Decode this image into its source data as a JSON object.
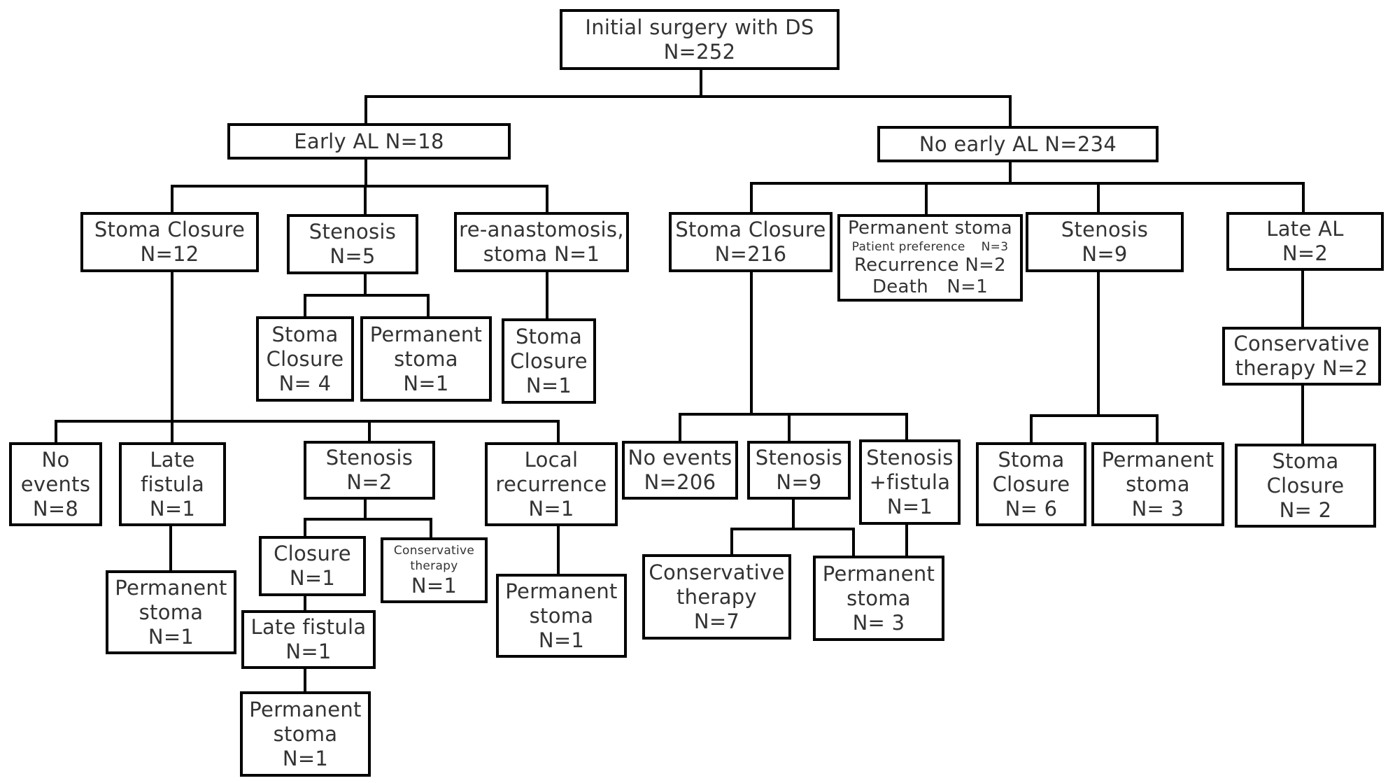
{
  "diagram": {
    "nodes": {
      "root": {
        "lines": [
          "Initial surgery with DS",
          "N=252"
        ]
      },
      "early_al": {
        "lines": [
          "Early AL N=18"
        ]
      },
      "no_early_al": {
        "lines": [
          "No early AL N=234"
        ]
      },
      "e_stoma_closure": {
        "lines": [
          "Stoma Closure",
          "N=12"
        ]
      },
      "e_stenosis": {
        "lines": [
          "Stenosis",
          "N=5"
        ]
      },
      "e_reanastomosis": {
        "lines": [
          "re-anastomosis,",
          "stoma N=1"
        ]
      },
      "e_sten_closure": {
        "lines": [
          "Stoma",
          "Closure",
          "N= 4"
        ]
      },
      "e_sten_perm": {
        "lines": [
          "Permanent",
          "stoma",
          "N=1"
        ]
      },
      "e_reana_closure": {
        "lines": [
          "Stoma",
          "Closure",
          "N=1"
        ]
      },
      "e_no_events": {
        "lines": [
          "No",
          "events",
          "N=8"
        ]
      },
      "e_late_fistula": {
        "lines": [
          "Late",
          "fistula",
          "N=1"
        ]
      },
      "e_stenosis2": {
        "lines": [
          "Stenosis",
          "N=2"
        ]
      },
      "e_local_rec": {
        "lines": [
          "Local",
          "recurrence",
          "N=1"
        ]
      },
      "e_lf_perm": {
        "lines": [
          "Permanent",
          "stoma",
          "N=1"
        ]
      },
      "e_closure1": {
        "lines": [
          "Closure",
          "N=1"
        ]
      },
      "e_conservative": {
        "lines": [
          "Conservative",
          "therapy",
          "N=1"
        ]
      },
      "e_late_fistula2": {
        "lines": [
          "Late fistula",
          "N=1"
        ]
      },
      "e_perm3": {
        "lines": [
          "Permanent",
          "stoma",
          "N=1"
        ]
      },
      "e_lr_perm": {
        "lines": [
          "Permanent",
          "stoma",
          "N=1"
        ]
      },
      "n_stoma_closure": {
        "lines": [
          "Stoma Closure",
          "N=216"
        ]
      },
      "n_perm": {
        "lines": [
          "Permanent stoma",
          "Patient preference　 N=3",
          "Recurrence N=2",
          "Death　N=1"
        ]
      },
      "n_stenosis": {
        "lines": [
          "Stenosis",
          "N=9"
        ]
      },
      "n_late_al": {
        "lines": [
          "Late AL",
          "N=2"
        ]
      },
      "n_no_events": {
        "lines": [
          "No events",
          "N=206"
        ]
      },
      "n_stenosis2": {
        "lines": [
          "Stenosis",
          "N=9"
        ]
      },
      "n_sten_fistula": {
        "lines": [
          "Stenosis",
          "+fistula",
          "N=1"
        ]
      },
      "n_conservative7": {
        "lines": [
          "Conservative",
          "therapy",
          "N=7"
        ]
      },
      "n_perm3": {
        "lines": [
          "Permanent",
          "stoma",
          "N= 3"
        ]
      },
      "n_sten_closure6": {
        "lines": [
          "Stoma",
          "Closure",
          "N= 6"
        ]
      },
      "n_sten_perm3": {
        "lines": [
          "Permanent",
          "stoma",
          "N= 3"
        ]
      },
      "n_conservative2": {
        "lines": [
          "Conservative",
          "therapy N=2"
        ]
      },
      "n_late_closure2": {
        "lines": [
          "Stoma",
          "Closure",
          "N= 2"
        ]
      }
    }
  }
}
